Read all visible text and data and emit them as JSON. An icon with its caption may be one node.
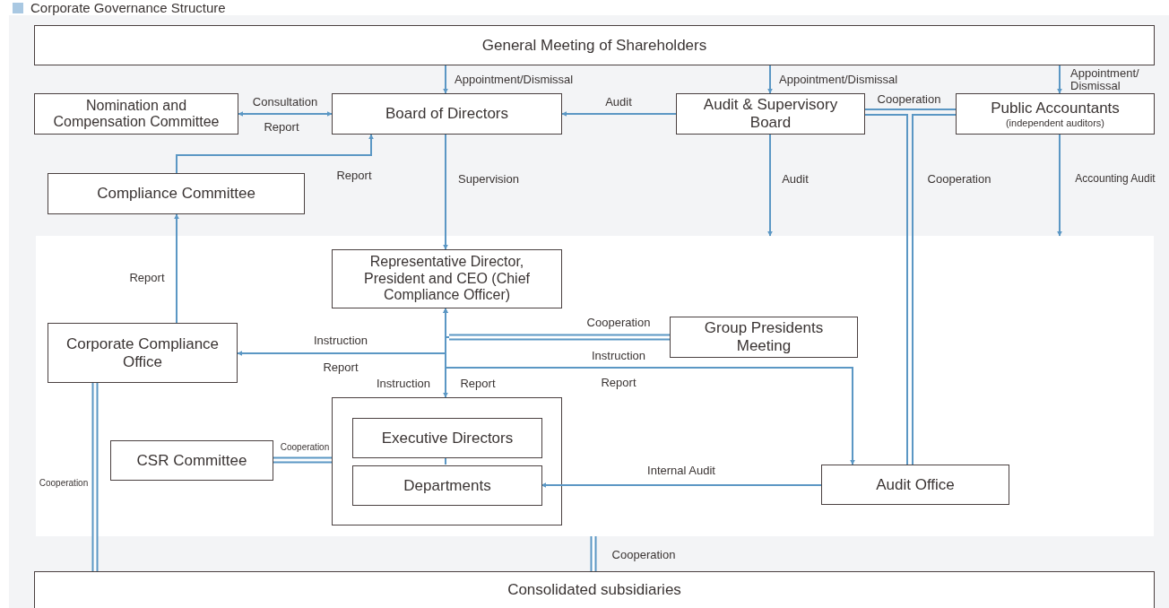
{
  "diagram": {
    "title": "Corporate Governance Structure",
    "nodes": [
      {
        "text": [
          "General Meeting of Shareholders"
        ]
      },
      {
        "text": [
          "Nomination and Compensation Committee"
        ]
      },
      {
        "text": [
          "Board of Directors"
        ]
      },
      {
        "text": [
          "Audit & Supervisory Board"
        ]
      },
      {
        "text": [
          "Public Accountants",
          "(independent auditors)"
        ]
      },
      {
        "text": [
          "Compliance Committee"
        ]
      },
      {
        "text": [],
        "shape": "box"
      },
      {
        "text": [
          "Representative Director, President and CEO (Chief Compliance Officer)"
        ],
        "in": 6
      },
      {
        "text": [
          "Group Presidents Meeting"
        ],
        "in": 6
      },
      {
        "text": [
          "Corporate Compliance Office"
        ],
        "in": 6
      },
      {
        "text": [
          "CSR Committee"
        ],
        "in": 6
      },
      {
        "text": [],
        "shape": "box",
        "in": 6
      },
      {
        "text": [
          "Executive Directors"
        ],
        "in": 11
      },
      {
        "text": [
          "Departments"
        ],
        "in": 11
      },
      {
        "text": [
          "Audit Office"
        ],
        "in": 6
      },
      {
        "text": [
          "Consolidated subsidiaries"
        ]
      }
    ],
    "edges": [
      {
        "from": 0,
        "to": 2,
        "arrow": "to",
        "label": "Appointment/Dismissal"
      },
      {
        "from": 0,
        "to": 3,
        "arrow": "to",
        "label": "Appointment/Dismissal"
      },
      {
        "from": 0,
        "to": 4,
        "arrow": "to",
        "label": "Appointment/ Dismissal"
      },
      {
        "from": 1,
        "to": 2,
        "arrow": "both",
        "label": "Consultation"
      },
      {
        "from": 3,
        "to": 2,
        "arrow": "to",
        "label": "Audit"
      },
      {
        "from": 3,
        "to": 4,
        "arrow": "none",
        "label": "Cooperation"
      },
      {
        "from": 3,
        "to": 14,
        "arrow": "none",
        "label": "Cooperation"
      },
      {
        "from": 4,
        "to": 14,
        "arrow": "none"
      },
      {
        "from": 5,
        "to": 2,
        "arrow": "to",
        "label": "Report"
      },
      {
        "from": 2,
        "to": 7,
        "arrow": "to",
        "label": "Supervision"
      },
      {
        "from": 3,
        "to": 6,
        "arrow": "to",
        "label": "Audit"
      },
      {
        "from": 4,
        "to": 6,
        "arrow": "to",
        "label": "Accounting Audit"
      },
      {
        "from": 9,
        "to": 5,
        "arrow": "to",
        "label": "Report"
      },
      {
        "from": 7,
        "to": 8,
        "arrow": "none",
        "label": "Cooperation",
        "style": "thick"
      },
      {
        "from": 7,
        "to": 9,
        "arrow": "both",
        "label": "Instruction"
      },
      {
        "from": 7,
        "to": 11,
        "arrow": "both",
        "label": "Instruction"
      },
      {
        "from": 7,
        "to": 14,
        "arrow": "both",
        "label": "Instruction"
      },
      {
        "from": 10,
        "to": 11,
        "arrow": "none",
        "label": "Cooperation",
        "style": "thick"
      },
      {
        "from": 12,
        "to": 13,
        "arrow": "none"
      },
      {
        "from": 14,
        "to": 13,
        "arrow": "to",
        "label": "Internal Audit"
      },
      {
        "from": 9,
        "to": 15,
        "arrow": "none",
        "label": "Cooperation",
        "style": "thick"
      },
      {
        "from": 6,
        "to": 15,
        "arrow": "none",
        "label": "Cooperation",
        "style": "thick"
      }
    ],
    "labels": [
      "Report",
      "Report",
      "Report",
      "Report"
    ]
  }
}
